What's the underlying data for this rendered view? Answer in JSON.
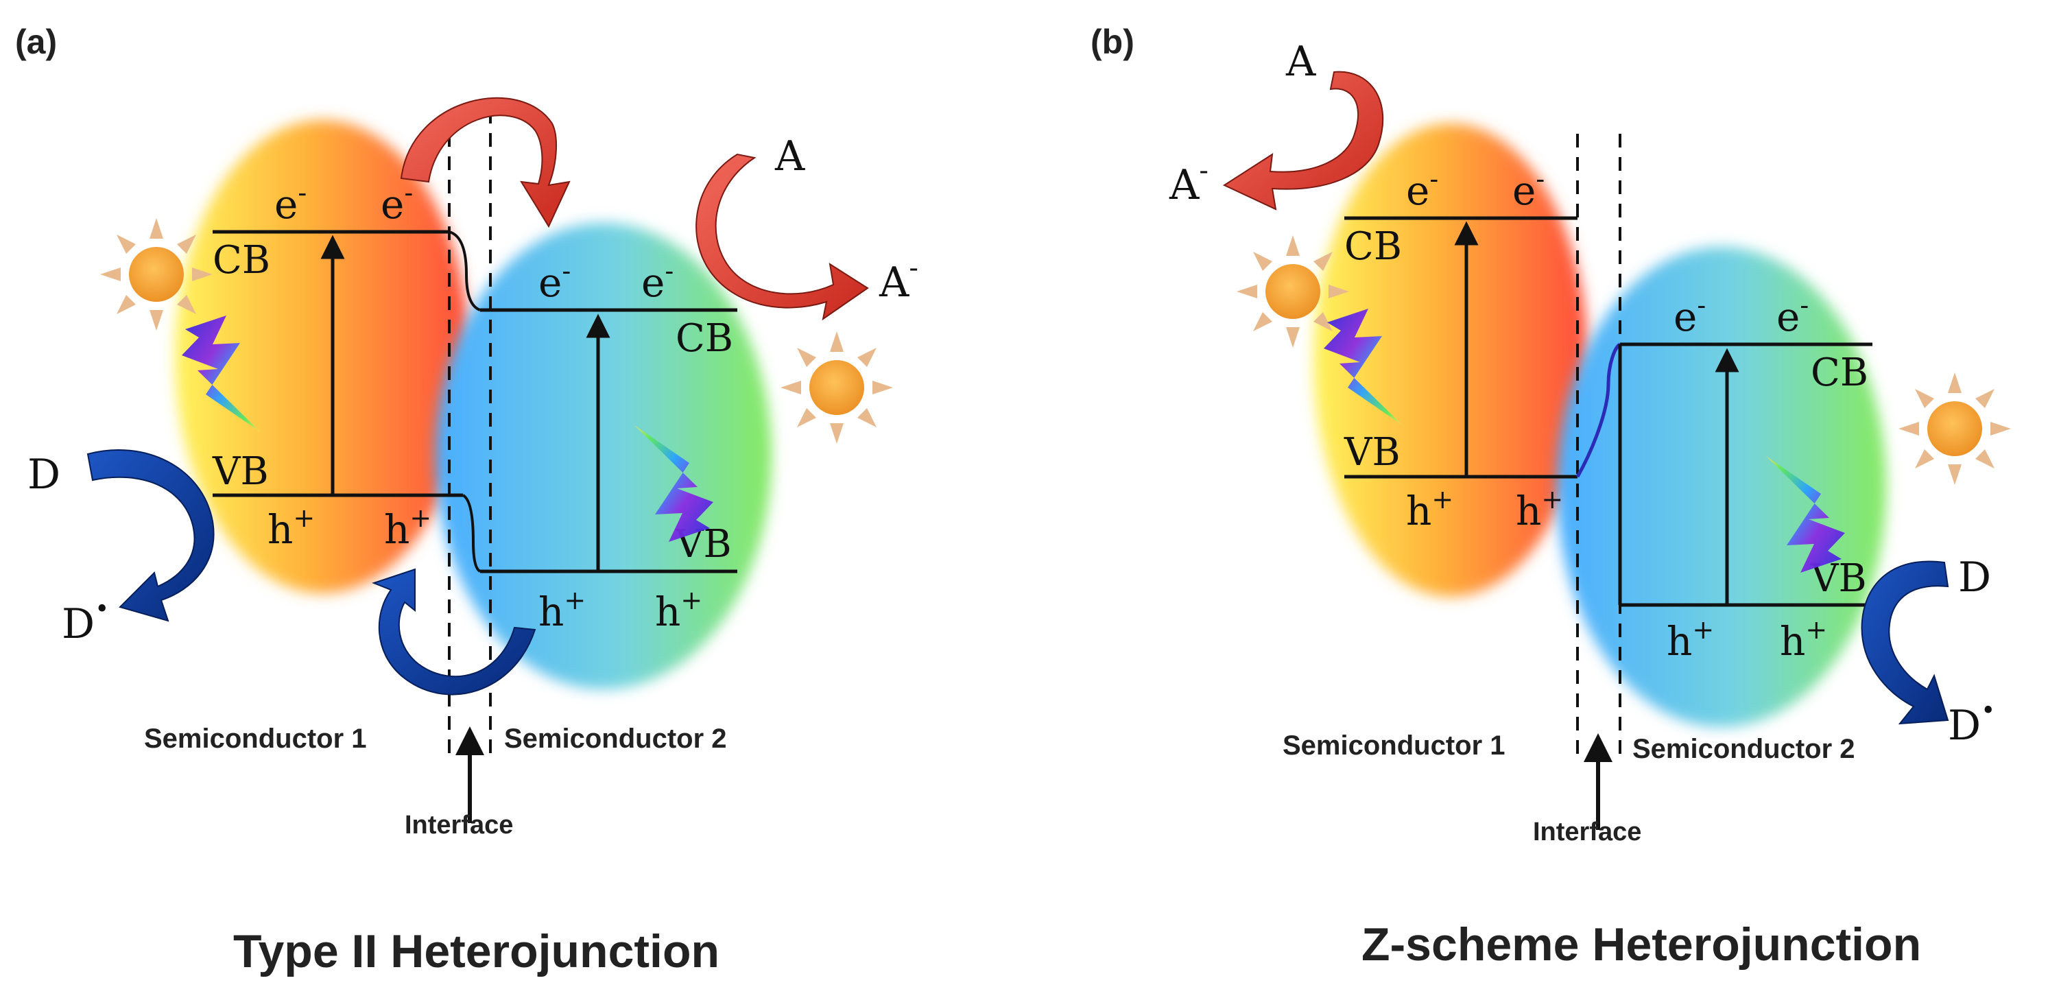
{
  "panel_a": {
    "label": "(a)",
    "title": "Type II Heterojunction",
    "sc1_label": "Semiconductor 1",
    "sc2_label": "Semiconductor 2",
    "interface_label": "Interface",
    "cb": "CB",
    "vb": "VB",
    "electron": "e",
    "hole": "h",
    "acceptor": "A",
    "donor": "D"
  },
  "panel_b": {
    "label": "(b)",
    "title": "Z-scheme Heterojunction",
    "sc1_label": "Semiconductor 1",
    "sc2_label": "Semiconductor 2",
    "interface_label": "Interface",
    "cb": "CB",
    "vb": "VB",
    "electron": "e",
    "hole": "h",
    "acceptor": "A",
    "donor": "D"
  },
  "superscripts": {
    "minus": "-",
    "plus": "+",
    "dot": "•"
  },
  "colors": {
    "sc1_gradient": [
      "#ffe95a",
      "#ffb437",
      "#ff5a3a"
    ],
    "sc2_gradient": [
      "#52b8ff",
      "#73d2e6",
      "#7be86b"
    ],
    "acceptor_arrow": "#e23b2e",
    "donor_arrow": "#0c3a9a",
    "sun": "#f3a23a",
    "sun_ray": "#e6b98a",
    "band_line": "#111111"
  }
}
